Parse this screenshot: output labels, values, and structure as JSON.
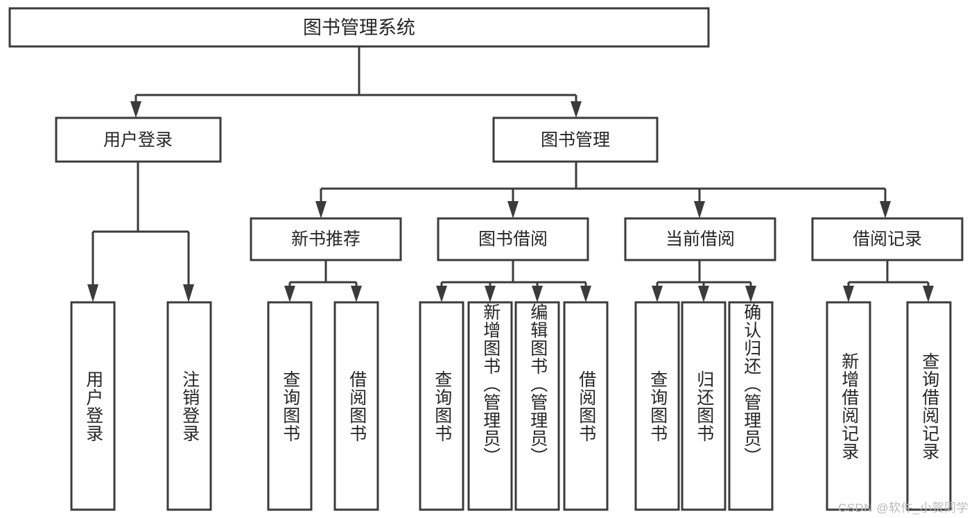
{
  "diagram": {
    "title": "图书管理系统",
    "watermark": "CSDN @软件_小贺同学",
    "colors": {
      "stroke": "#3b3b3b",
      "fill": "#ffffff",
      "text": "#262626",
      "watermark": "#b9b9b9",
      "background": "#ffffff"
    },
    "levels": {
      "root": {
        "label": "图书管理系统"
      },
      "level2": [
        {
          "id": "user-login",
          "label": "用户登录"
        },
        {
          "id": "book-management",
          "label": "图书管理"
        }
      ],
      "level3": [
        {
          "id": "new-book-recommend",
          "label": "新书推荐",
          "parent": "book-management"
        },
        {
          "id": "book-borrow",
          "label": "图书借阅",
          "parent": "book-management"
        },
        {
          "id": "current-borrow",
          "label": "当前借阅",
          "parent": "book-management"
        },
        {
          "id": "borrow-record",
          "label": "借阅记录",
          "parent": "book-management"
        }
      ],
      "leaves": [
        {
          "id": "leaf-user-login",
          "label": "用户登录",
          "parent": "user-login"
        },
        {
          "id": "leaf-logout-login",
          "label": "注销登录",
          "parent": "user-login"
        },
        {
          "id": "leaf-query-book-1",
          "label": "查询图书",
          "parent": "new-book-recommend"
        },
        {
          "id": "leaf-borrow-book-1",
          "label": "借阅图书",
          "parent": "new-book-recommend"
        },
        {
          "id": "leaf-query-book-2",
          "label": "查询图书",
          "parent": "book-borrow"
        },
        {
          "id": "leaf-add-book",
          "label": "新增图书（管理员）",
          "parent": "book-borrow"
        },
        {
          "id": "leaf-edit-book",
          "label": "编辑图书（管理员）",
          "parent": "book-borrow"
        },
        {
          "id": "leaf-borrow-book-2",
          "label": "借阅图书",
          "parent": "book-borrow"
        },
        {
          "id": "leaf-query-book-3",
          "label": "查询图书",
          "parent": "current-borrow"
        },
        {
          "id": "leaf-return-book",
          "label": "归还图书",
          "parent": "current-borrow"
        },
        {
          "id": "leaf-confirm-return",
          "label": "确认归还（管理员）",
          "parent": "current-borrow"
        },
        {
          "id": "leaf-add-record",
          "label": "新增借阅记录",
          "parent": "borrow-record"
        },
        {
          "id": "leaf-query-record",
          "label": "查询借阅记录",
          "parent": "borrow-record"
        }
      ]
    }
  }
}
